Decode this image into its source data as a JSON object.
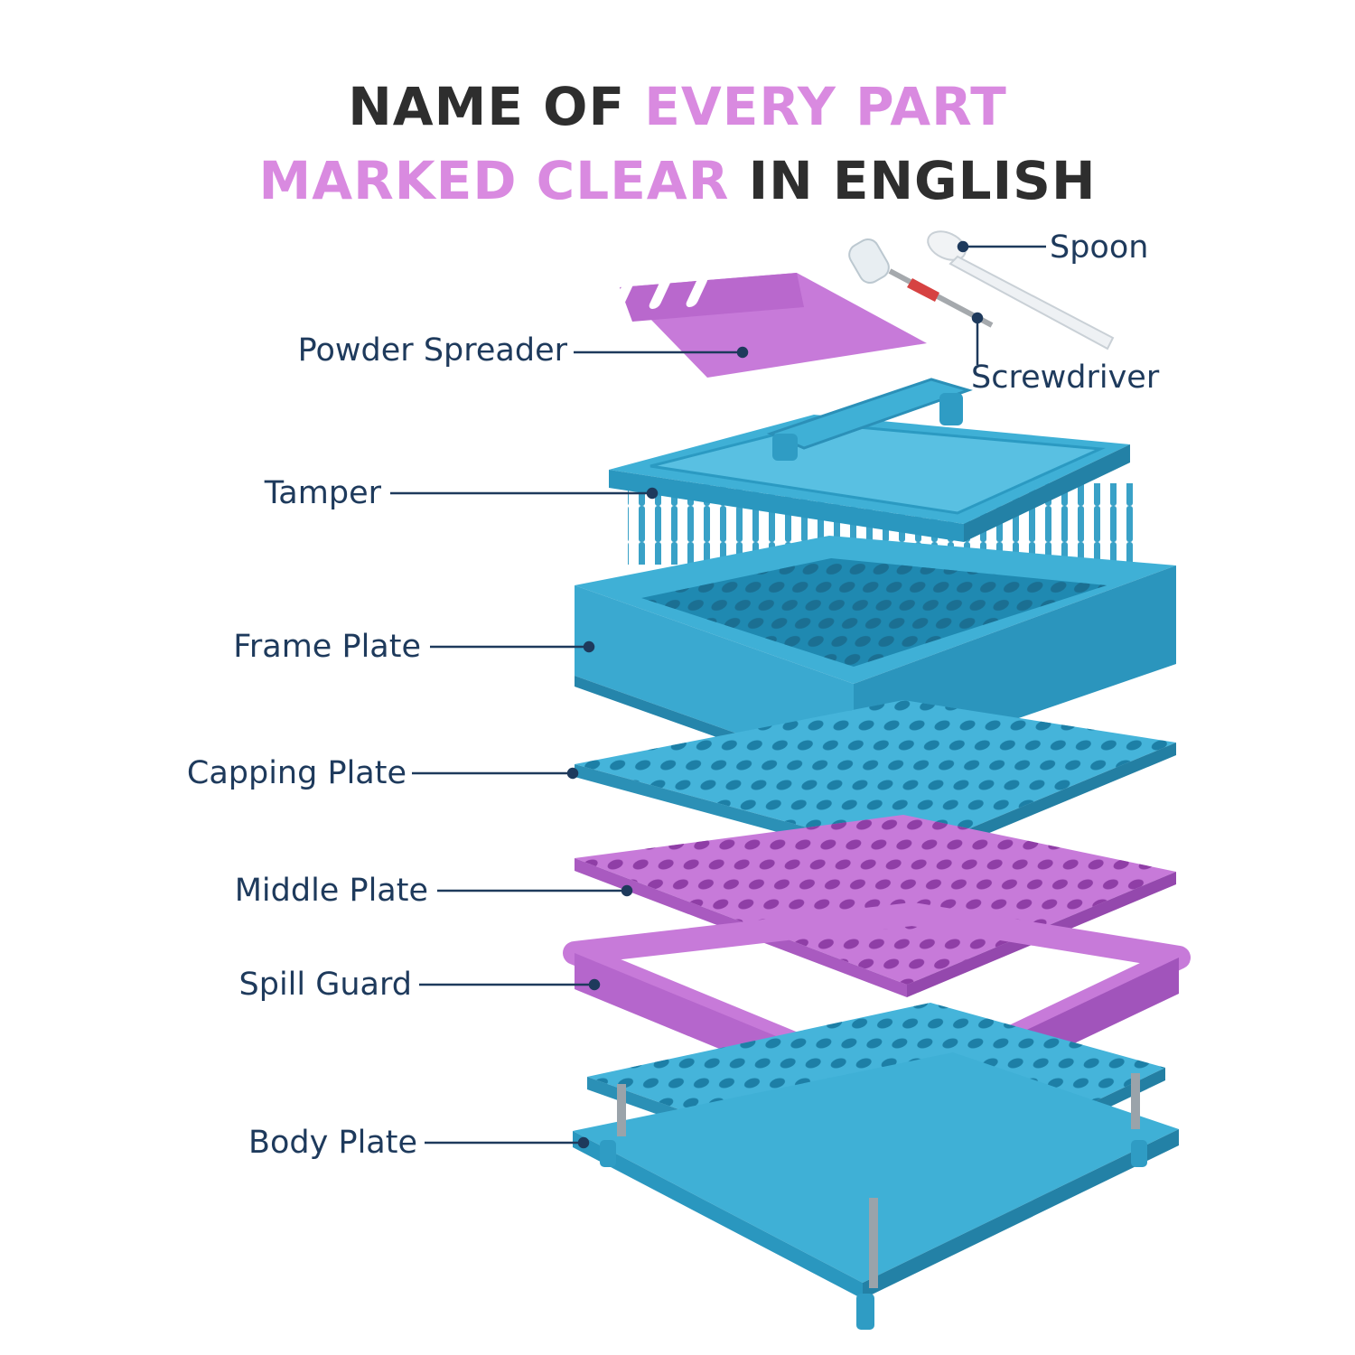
{
  "headline": {
    "line1_dark": "NAME OF",
    "line1_accent": "EVERY PART",
    "line2_accent": "MARKED CLEAR",
    "line2_dark": "IN ENGLISH"
  },
  "parts": [
    {
      "key": "spoon",
      "label": "Spoon"
    },
    {
      "key": "screwdriver",
      "label": "Screwdriver"
    },
    {
      "key": "powder_spreader",
      "label": "Powder Spreader"
    },
    {
      "key": "tamper",
      "label": "Tamper"
    },
    {
      "key": "frame_plate",
      "label": "Frame Plate"
    },
    {
      "key": "capping_plate",
      "label": "Capping Plate"
    },
    {
      "key": "middle_plate",
      "label": "Middle Plate"
    },
    {
      "key": "spill_guard",
      "label": "Spill Guard"
    },
    {
      "key": "body_plate",
      "label": "Body Plate"
    }
  ],
  "colors": {
    "heading_dark": "#2e2e2e",
    "heading_accent": "#d98ae0",
    "label_text": "#1e3a5c",
    "leader_line": "#1e3a5c",
    "blue_part": "#3fb0d6",
    "purple_part": "#c77ad9"
  }
}
